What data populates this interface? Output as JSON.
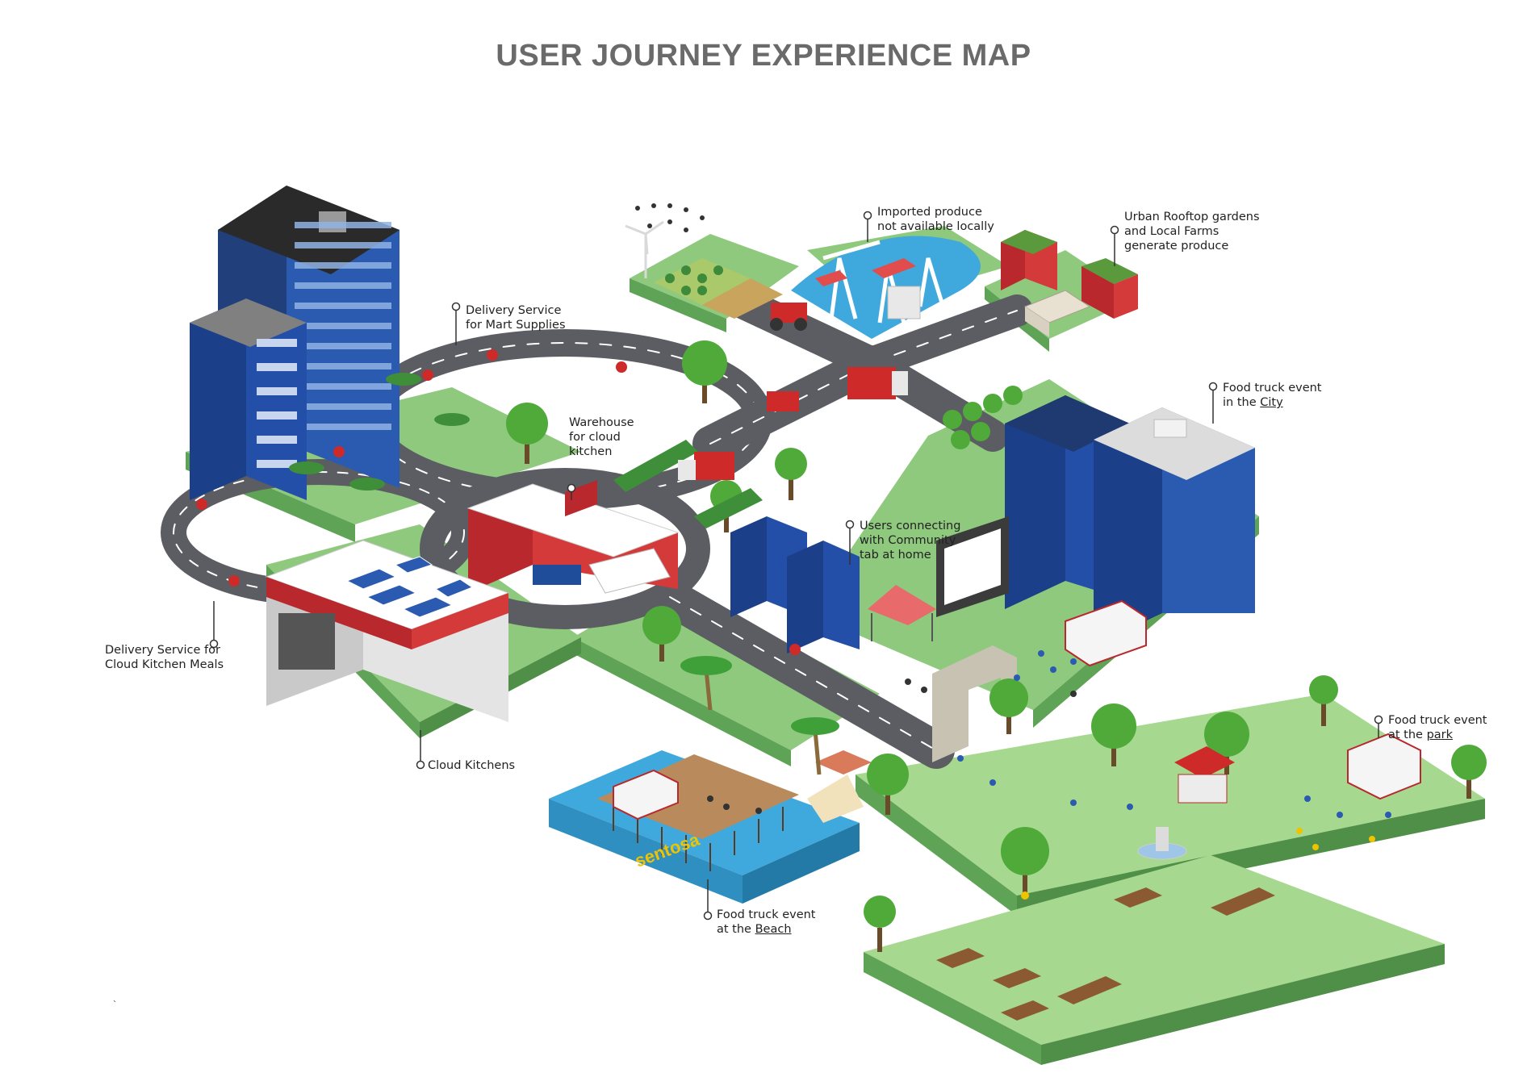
{
  "title": "USER JOURNEY EXPERIENCE MAP",
  "colors": {
    "title": "#6a6a6a",
    "grass": "#8ec97e",
    "grass_side": "#5fa356",
    "road": "#5b5d62",
    "water": "#3fa9dd",
    "building_blue": "#1f4d9a",
    "brick_red": "#b8282c"
  },
  "labels": {
    "mart_delivery": {
      "line1": "Delivery Service",
      "line2": "for Mart Supplies"
    },
    "imported": {
      "line1": "Imported produce",
      "line2": "not available locally"
    },
    "rooftop": {
      "line1": "Urban Rooftop gardens",
      "line2": "and Local Farms",
      "line3": "generate produce"
    },
    "warehouse": {
      "line1": "Warehouse",
      "line2": "for cloud",
      "line3": "kitchen"
    },
    "city": {
      "line1": "Food truck event",
      "line2_prefix": "in the ",
      "link": "City"
    },
    "community": {
      "line1": "Users connecting",
      "line2": "with Community",
      "line3": "tab at home"
    },
    "meals_delivery": {
      "line1": "Delivery Service for",
      "line2": "Cloud Kitchen Meals"
    },
    "cloud_kitchens": {
      "line1": "Cloud Kitchens"
    },
    "park": {
      "line1": "Food truck event",
      "line2_prefix": "at the ",
      "link": "park"
    },
    "beach": {
      "line1": "Food truck event",
      "line2_prefix": "at the ",
      "link": "Beach"
    }
  },
  "signage": {
    "beach_sign": "sentosa"
  },
  "stray_mark": "`"
}
